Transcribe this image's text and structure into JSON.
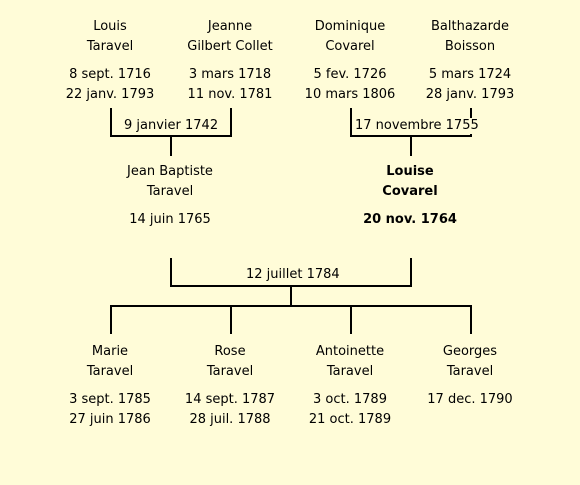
{
  "grandparents": [
    {
      "first": "Louis",
      "last": "Taravel",
      "birth": "8 sept. 1716",
      "death": "22 janv. 1793"
    },
    {
      "first": "Jeanne",
      "last": "Gilbert Collet",
      "birth": "3 mars 1718",
      "death": "11 nov. 1781"
    },
    {
      "first": "Dominique",
      "last": "Covarel",
      "birth": "5 fev. 1726",
      "death": "10 mars 1806"
    },
    {
      "first": "Balthazarde",
      "last": "Boisson",
      "birth": "5 mars 1724",
      "death": "28 janv. 1793"
    }
  ],
  "grandparent_marriages": [
    "9 janvier 1742",
    "17 novembre 1755"
  ],
  "parents": [
    {
      "first": "Jean Baptiste",
      "last": "Taravel",
      "birth": "14 juin 1765"
    },
    {
      "first": "Louise",
      "last": "Covarel",
      "birth": "20 nov. 1764"
    }
  ],
  "parent_marriage": "12 juillet 1784",
  "children": [
    {
      "first": "Marie",
      "last": "Taravel",
      "birth": "3 sept. 1785",
      "death": "27 juin 1786"
    },
    {
      "first": "Rose",
      "last": "Taravel",
      "birth": "14 sept. 1787",
      "death": "28 juil. 1788"
    },
    {
      "first": "Antoinette",
      "last": "Taravel",
      "birth": "3 oct. 1789",
      "death": "21 oct. 1789"
    },
    {
      "first": "Georges",
      "last": "Taravel",
      "birth": "17 dec. 1790"
    }
  ]
}
